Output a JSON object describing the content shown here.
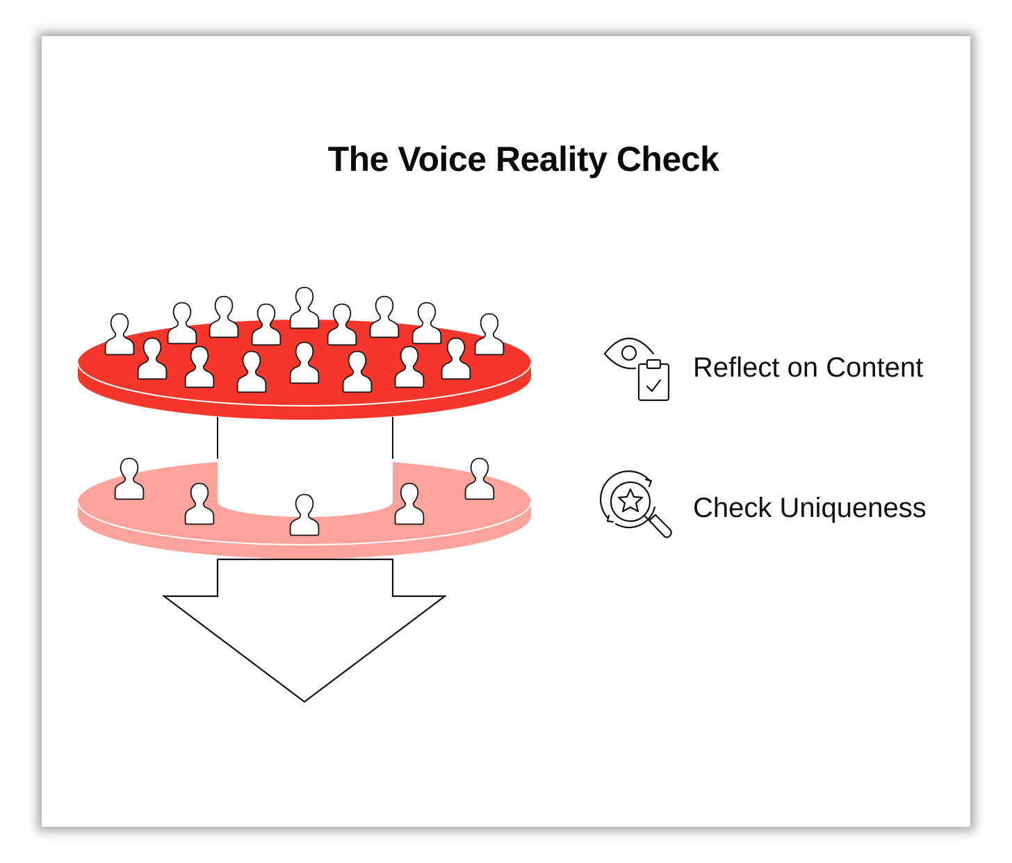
{
  "diagram": {
    "title": "The Voice Reality Check",
    "steps": [
      {
        "label": "Reflect on Content",
        "icon": "eye-clipboard-icon"
      },
      {
        "label": "Check Uniqueness",
        "icon": "magnifier-star-icon"
      }
    ]
  },
  "colors": {
    "top_disc": "#f4362b",
    "top_disc_side": "#f4362b",
    "bottom_disc": "#fca39c",
    "outline": "#111111",
    "figure_fill": "#ffffff"
  }
}
